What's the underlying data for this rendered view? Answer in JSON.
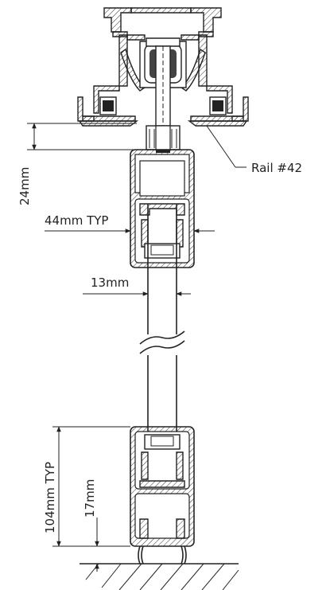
{
  "labels": {
    "rail": "Rail #42",
    "top_gap": "24mm",
    "frame_width": "44mm TYP",
    "glass": "13mm",
    "bottom_rail": "104mm TYP",
    "bottom_gap": "17mm"
  }
}
